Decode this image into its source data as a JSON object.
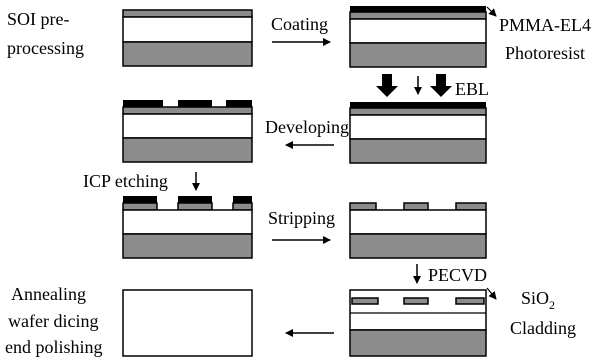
{
  "colors": {
    "substrate": "#8c8c8c",
    "box_oxide": "#ffffff",
    "device_si": "#8c8c8c",
    "resist": "#000000",
    "outline": "#000000",
    "arrow": "#000000"
  },
  "labels": {
    "soi_line1": "SOI pre-",
    "soi_line2": "processing",
    "coating": "Coating",
    "pmma_line1": "PMMA-EL4",
    "pmma_line2": "Photoresist",
    "ebl": "EBL",
    "developing": "Developing",
    "icp_etching": "ICP etching",
    "stripping": "Stripping",
    "pecvd": "PECVD",
    "sio2_main": "SiO",
    "sio2_sub": "2",
    "cladding": "Cladding",
    "anneal_line1": "Annealing",
    "anneal_line2": "wafer dicing",
    "anneal_line3": "end polishing"
  },
  "steps": [
    {
      "id": "soi",
      "layers": [
        "substrate",
        "box",
        "device_si"
      ]
    },
    {
      "id": "coated",
      "layers": [
        "substrate",
        "box",
        "device_si",
        "resist"
      ]
    },
    {
      "id": "developed",
      "layers": [
        "substrate",
        "box",
        "device_si",
        "patterned_resist"
      ]
    },
    {
      "id": "exposed",
      "layers": [
        "substrate",
        "box",
        "device_si",
        "resist"
      ]
    },
    {
      "id": "etched",
      "layers": [
        "substrate",
        "box",
        "ridge_with_resist"
      ]
    },
    {
      "id": "stripped",
      "layers": [
        "substrate",
        "box",
        "ridge"
      ]
    },
    {
      "id": "clad",
      "layers": [
        "substrate",
        "cladding",
        "ridge"
      ]
    },
    {
      "id": "final",
      "layers": [
        "blank"
      ]
    }
  ]
}
